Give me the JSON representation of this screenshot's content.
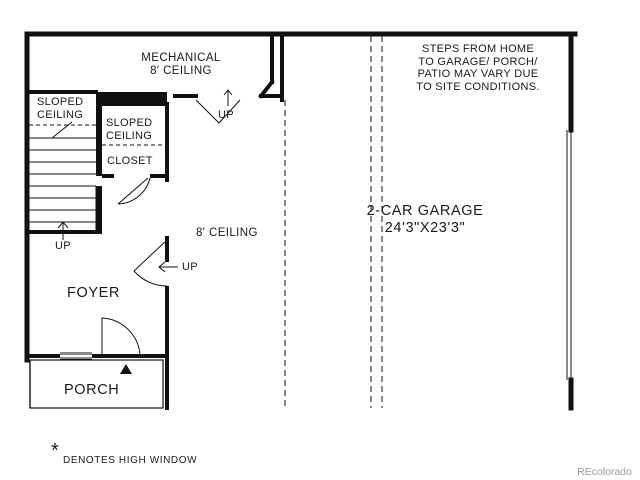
{
  "rooms": {
    "mechanical": {
      "name": "MECHANICAL",
      "ceiling": "8' CEILING"
    },
    "sloped_ceiling_stair": "SLOPED CEILING",
    "sloped_ceiling_closet": "SLOPED CEILING",
    "closet": "CLOSET",
    "foyer": "FOYER",
    "porch": "PORCH",
    "hall_ceiling": "8' CEILING",
    "garage": {
      "name": "2-CAR GARAGE",
      "dimensions": "24'3\"X23'3\""
    }
  },
  "stair_labels": {
    "stairs_up": "UP",
    "garage_door_up": "UP",
    "mechanical_door_up": "UP"
  },
  "garage_note": [
    "STEPS FROM HOME",
    "TO GARAGE/ PORCH/",
    "PATIO MAY VARY DUE",
    "TO SITE CONDITIONS."
  ],
  "legend": {
    "symbol": "*",
    "text": "DENOTES HIGH WINDOW"
  },
  "watermark": "REcolorado"
}
